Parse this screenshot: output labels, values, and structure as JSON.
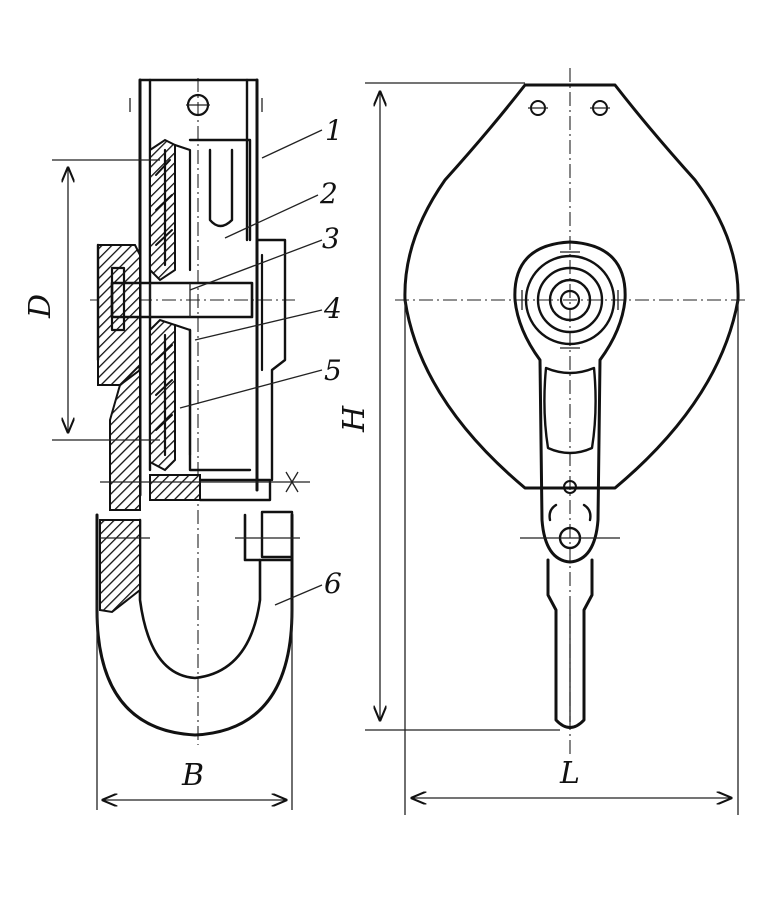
{
  "part_numbers": [
    "1",
    "2",
    "3",
    "4",
    "5",
    "6"
  ],
  "dimensions": {
    "D": "D",
    "B": "B",
    "H": "H",
    "L": "L"
  },
  "colors": {
    "ink": "#111111",
    "paper": "#ffffff"
  }
}
